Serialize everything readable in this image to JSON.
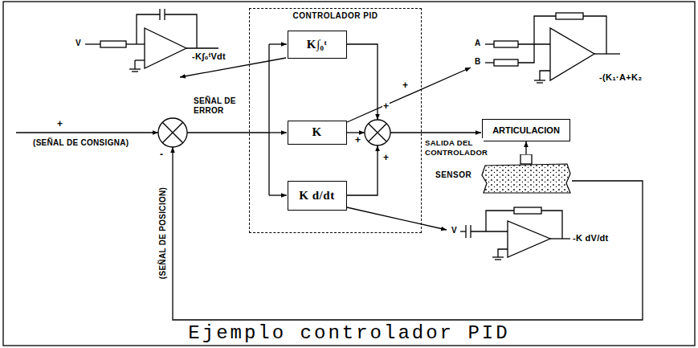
{
  "diagram": {
    "caption": "Ejemplo controlador PID",
    "nodes": [
      {
        "text": [
          "CONTROLADOR PID"
        ]
      },
      {
        "text": [
          "K∫₀ᵗ"
        ],
        "in": 0
      },
      {
        "text": [
          "K"
        ],
        "in": 0
      },
      {
        "text": [
          "K d/dt"
        ],
        "in": 0
      },
      {
        "text": [
          "ARTICULACION"
        ]
      },
      {
        "text": [
          "SENSOR"
        ]
      }
    ],
    "edges": [
      {
        "from": 5,
        "to": 4,
        "arrow": "to"
      }
    ],
    "labels": [
      "V",
      "-K∫₀ᵗVdt",
      "A",
      "B",
      "-(K₁·A+K₂",
      "+",
      "-",
      "(SEÑAL DE CONSIGNA)",
      "SEÑAL DE ERROR",
      "(SEÑAL DE POSICION)",
      "+",
      "+",
      "+",
      "+",
      "SALIDA DEL CONTROLADOR",
      "V",
      "-K dV/dt"
    ]
  }
}
